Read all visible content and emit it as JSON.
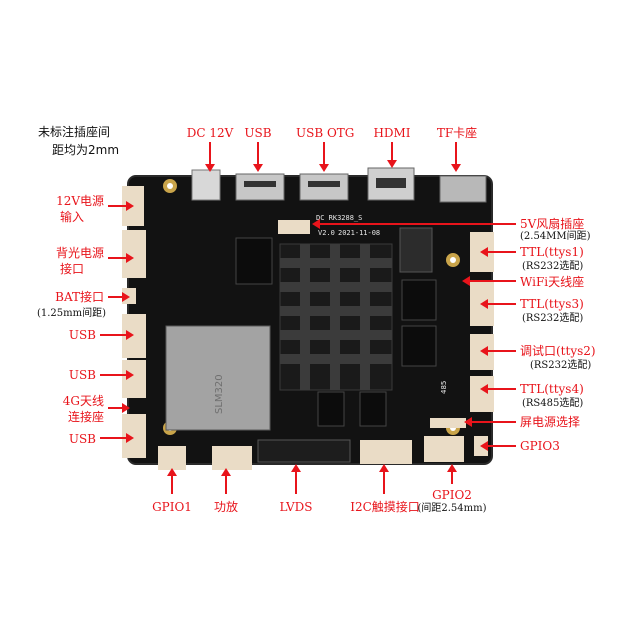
{
  "note": {
    "line1": "未标注插座间",
    "line2": "距均为2mm"
  },
  "top_labels": {
    "dc12v": "DC 12V",
    "usb": "USB",
    "usb_otg": "USB OTG",
    "hdmi": "HDMI",
    "tf": "TF卡座"
  },
  "left_labels": {
    "power12v_l1": "12V电源",
    "power12v_l2": "输入",
    "backlight_l1": "背光电源",
    "backlight_l2": "接口",
    "bat": "BAT接口",
    "bat_sub": "(1.25mm间距)",
    "usb1": "USB",
    "usb2": "USB",
    "ant4g_l1": "4G天线",
    "ant4g_l2": "连接座",
    "usb3": "USB"
  },
  "right_labels": {
    "fan": "5V风扇插座",
    "fan_sub": "(2.54MM间距)",
    "ttl1": "TTL(ttys1)",
    "ttl1_sub": "(RS232选配)",
    "wifi": "WiFi天线座",
    "ttl3": "TTL(ttys3)",
    "ttl3_sub": "(RS232选配)",
    "debug": "调试口(ttys2)",
    "debug_sub": "(RS232选配)",
    "ttl4": "TTL(ttys4)",
    "ttl4_sub": "(RS485选配)",
    "screen_power": "屏电源选择",
    "gpio3": "GPIO3"
  },
  "bottom_labels": {
    "gpio1": "GPIO1",
    "amp": "功放",
    "lvds": "LVDS",
    "i2c": "I2C触摸接口",
    "gpio2": "GPIO2",
    "gpio2_sub": "(间距2.54mm)"
  },
  "silkscreen": {
    "model": "DC RK3288_S",
    "version": "V2.0",
    "date": "2021-11-08",
    "module": "SLM320",
    "rs485": "485"
  },
  "colors": {
    "accent": "#e8141b",
    "board": "#121212",
    "connector": "#eadcc6"
  }
}
